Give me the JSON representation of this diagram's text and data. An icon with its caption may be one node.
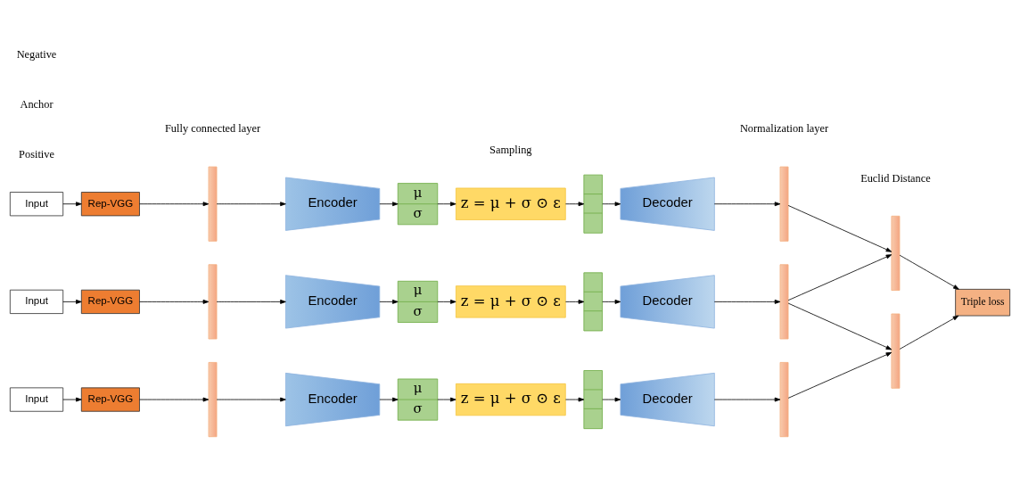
{
  "diagram": {
    "nodes": [
      {
        "text": [
          "Input"
        ]
      },
      {
        "text": [
          "Rep-VGG"
        ]
      },
      {
        "text": [],
        "shape": "bar"
      },
      {
        "text": [
          "Encoder"
        ]
      },
      {
        "text": [
          "μ",
          "σ"
        ]
      },
      {
        "text": [
          "z = μ + σ ⊙ ε"
        ]
      },
      {
        "text": [],
        "shape": "box"
      },
      {
        "text": [
          "Decoder"
        ]
      },
      {
        "text": [],
        "shape": "bar"
      },
      {
        "text": [
          "Input"
        ]
      },
      {
        "text": [
          "Rep-VGG"
        ]
      },
      {
        "text": [],
        "shape": "bar"
      },
      {
        "text": [
          "Encoder"
        ]
      },
      {
        "text": [
          "μ",
          "σ"
        ]
      },
      {
        "text": [
          "z = μ + σ ⊙ ε"
        ]
      },
      {
        "text": [],
        "shape": "box"
      },
      {
        "text": [
          "Decoder"
        ]
      },
      {
        "text": [],
        "shape": "bar"
      },
      {
        "text": [
          "Input"
        ]
      },
      {
        "text": [
          "Rep-VGG"
        ]
      },
      {
        "text": [],
        "shape": "bar"
      },
      {
        "text": [
          "Encoder"
        ]
      },
      {
        "text": [
          "μ",
          "σ"
        ]
      },
      {
        "text": [
          "z = μ + σ ⊙ ε"
        ]
      },
      {
        "text": [],
        "shape": "box"
      },
      {
        "text": [
          "Decoder"
        ]
      },
      {
        "text": [],
        "shape": "bar"
      },
      {
        "text": [],
        "shape": "bar"
      },
      {
        "text": [],
        "shape": "bar"
      },
      {
        "text": [
          "Triple loss"
        ]
      }
    ],
    "edges": [
      {
        "from": 0,
        "to": 1,
        "arrow": "to"
      },
      {
        "from": 1,
        "to": 2,
        "arrow": "to"
      },
      {
        "from": 2,
        "to": 3,
        "arrow": "to"
      },
      {
        "from": 3,
        "to": 4,
        "arrow": "to"
      },
      {
        "from": 4,
        "to": 5,
        "arrow": "to"
      },
      {
        "from": 5,
        "to": 6,
        "arrow": "to"
      },
      {
        "from": 6,
        "to": 7,
        "arrow": "to"
      },
      {
        "from": 7,
        "to": 8,
        "arrow": "to"
      },
      {
        "from": 9,
        "to": 10,
        "arrow": "to"
      },
      {
        "from": 10,
        "to": 11,
        "arrow": "to"
      },
      {
        "from": 11,
        "to": 12,
        "arrow": "to"
      },
      {
        "from": 12,
        "to": 13,
        "arrow": "to"
      },
      {
        "from": 13,
        "to": 14,
        "arrow": "to"
      },
      {
        "from": 14,
        "to": 15,
        "arrow": "to"
      },
      {
        "from": 15,
        "to": 16,
        "arrow": "to"
      },
      {
        "from": 16,
        "to": 17,
        "arrow": "to"
      },
      {
        "from": 18,
        "to": 19,
        "arrow": "to"
      },
      {
        "from": 19,
        "to": 20,
        "arrow": "to"
      },
      {
        "from": 20,
        "to": 21,
        "arrow": "to"
      },
      {
        "from": 21,
        "to": 22,
        "arrow": "to"
      },
      {
        "from": 22,
        "to": 23,
        "arrow": "to"
      },
      {
        "from": 23,
        "to": 24,
        "arrow": "to"
      },
      {
        "from": 24,
        "to": 25,
        "arrow": "to"
      },
      {
        "from": 25,
        "to": 26,
        "arrow": "to"
      },
      {
        "from": 8,
        "to": 27,
        "arrow": "to"
      },
      {
        "from": 17,
        "to": 27,
        "arrow": "to"
      },
      {
        "from": 17,
        "to": 28,
        "arrow": "to"
      },
      {
        "from": 26,
        "to": 28,
        "arrow": "to"
      },
      {
        "from": 27,
        "to": 29,
        "arrow": "to"
      },
      {
        "from": 28,
        "to": 29,
        "arrow": "to"
      }
    ],
    "labels": [
      "Fully connected layer",
      "Normalization layer",
      "Positive",
      "Sampling",
      "Anchor",
      "Euclid Distance",
      "Negative"
    ]
  }
}
